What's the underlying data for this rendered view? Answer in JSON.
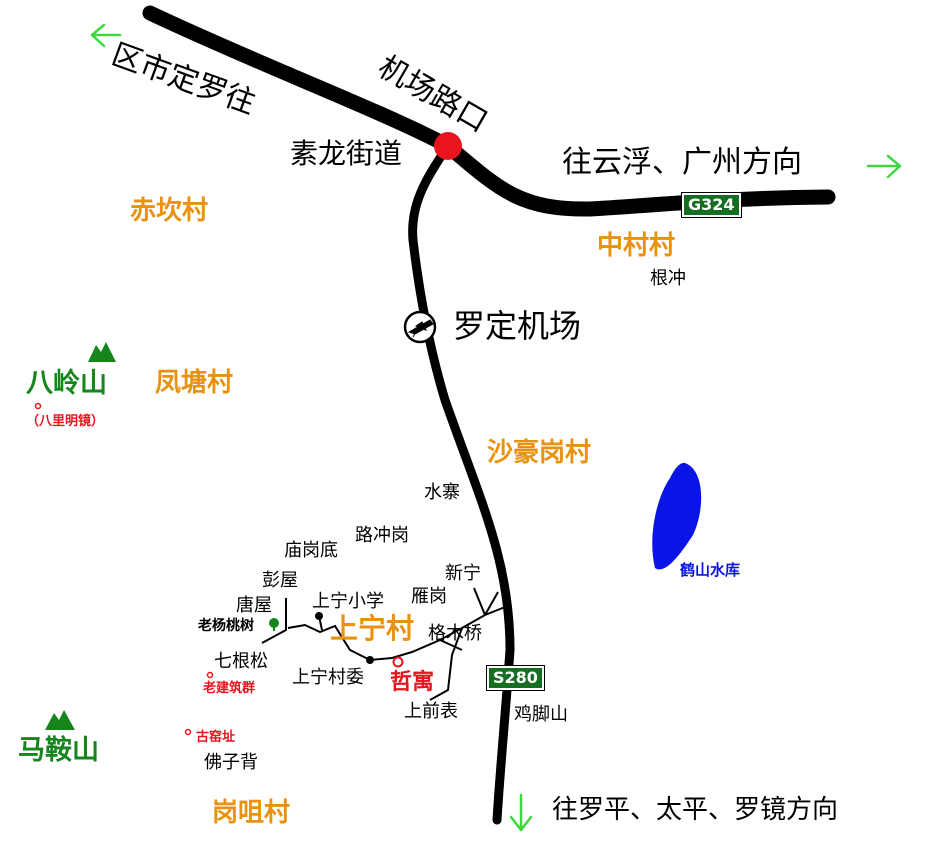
{
  "colors": {
    "road": "#000000",
    "village_label": "#e8920f",
    "mountain": "#16861c",
    "reservoir": "#0a14e6",
    "highlight_red": "#e8141e",
    "direction_arrow": "#3ed83e",
    "badge_bg": "#166e22"
  },
  "labels": {
    "dingluo": "区市定罗往",
    "jichang_lukou": "机场路口",
    "sulong": "素龙街道",
    "yunfu_guangzhou": "往云浮、广州方向",
    "g324": "G324",
    "chikan": "赤坎村",
    "zhongcun": "中村村",
    "genchong": "根冲",
    "airport": "罗定机场",
    "baling": "八岭山",
    "balimingjing": "（八里明镜）",
    "fengtang": "凤塘村",
    "shahao": "沙豪岗村",
    "shuizhai": "水寨",
    "luchonggang": "路冲岗",
    "miaogangdi": "庙岗底",
    "pengwu": "彭屋",
    "xinning": "新宁",
    "shangning_school": "上宁小学",
    "yangang": "雁岗",
    "tangwu": "唐屋",
    "laoyang": "老杨桃树",
    "shangning_village": "上宁村",
    "gemuqiao": "格木桥",
    "heshan_reservoir": "鹤山水库",
    "qigensong": "七根松",
    "laojianzhu": "老建筑群",
    "shangning_committee": "上宁村委",
    "zheyu": "哲寓",
    "s280": "S280",
    "shangqianbiao": "上前表",
    "jijiaoshan": "鸡脚山",
    "maanshan": "马鞍山",
    "guyao": "古窑址",
    "fozibei": "佛子背",
    "gangzu": "岗咀村",
    "luoping_dir": "往罗平、太平、罗镜方向"
  }
}
